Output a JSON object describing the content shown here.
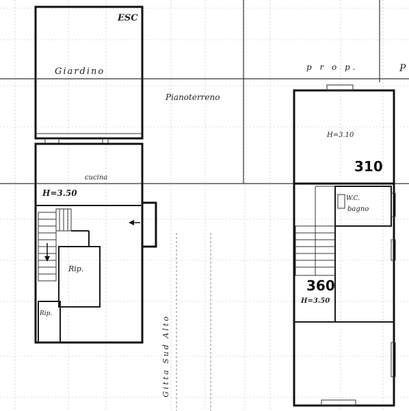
{
  "labels": {
    "esc": "ESC",
    "giardino": "Giardino",
    "piano_terreno": "Pianoterreno",
    "prop": "p r o p.",
    "prop_edge": "P",
    "cucina": "cucina",
    "h_left": "H=3.50",
    "rip_1": "Rip.",
    "rip_2": "Rip.",
    "h_right_top": "H=3.10",
    "num_310": "310",
    "wc": "W.C.",
    "bagno": "bagno",
    "num_360": "360",
    "h_right_bottom": "H=3.50",
    "street": "Gitta Sud Alto"
  }
}
